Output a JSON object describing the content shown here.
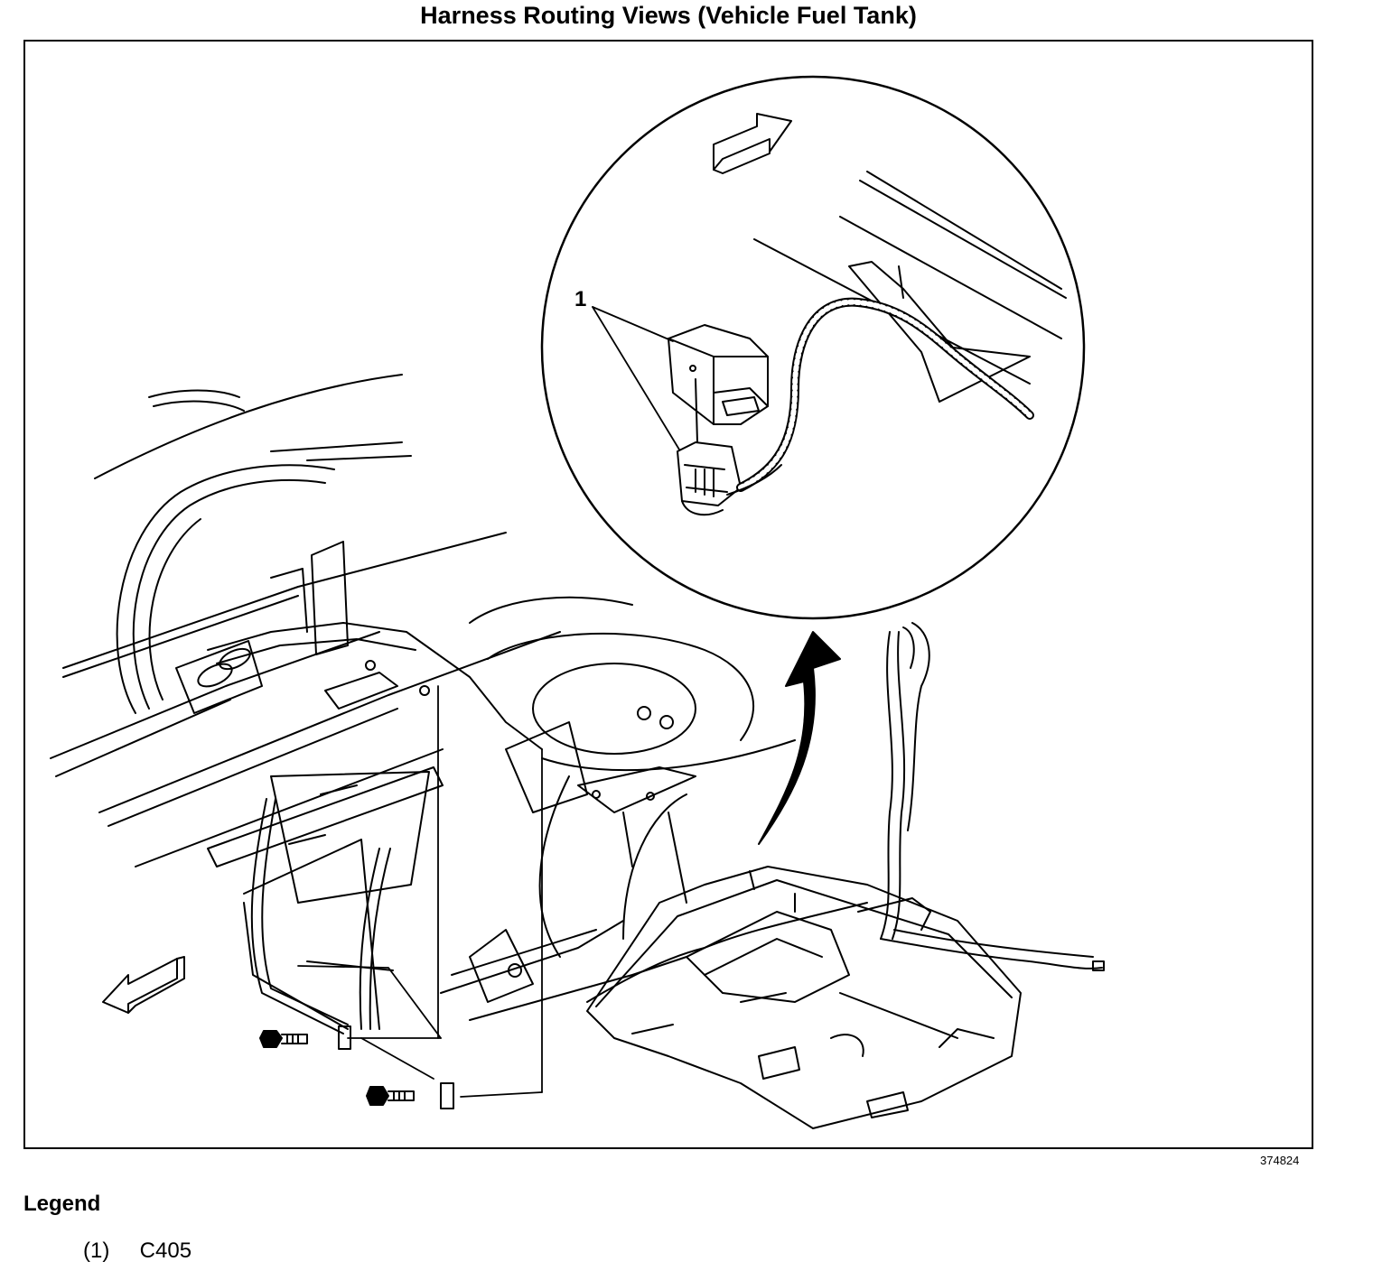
{
  "title": "Harness Routing Views (Vehicle Fuel Tank)",
  "callouts": [
    {
      "label": "1"
    }
  ],
  "figure_id": "374824",
  "legend": {
    "heading": "Legend",
    "items": [
      {
        "number": "(1)",
        "text": "C405"
      }
    ]
  },
  "icons": [
    "forward-direction-arrow-icon",
    "curved-view-arrow-icon",
    "bolt-icon"
  ]
}
